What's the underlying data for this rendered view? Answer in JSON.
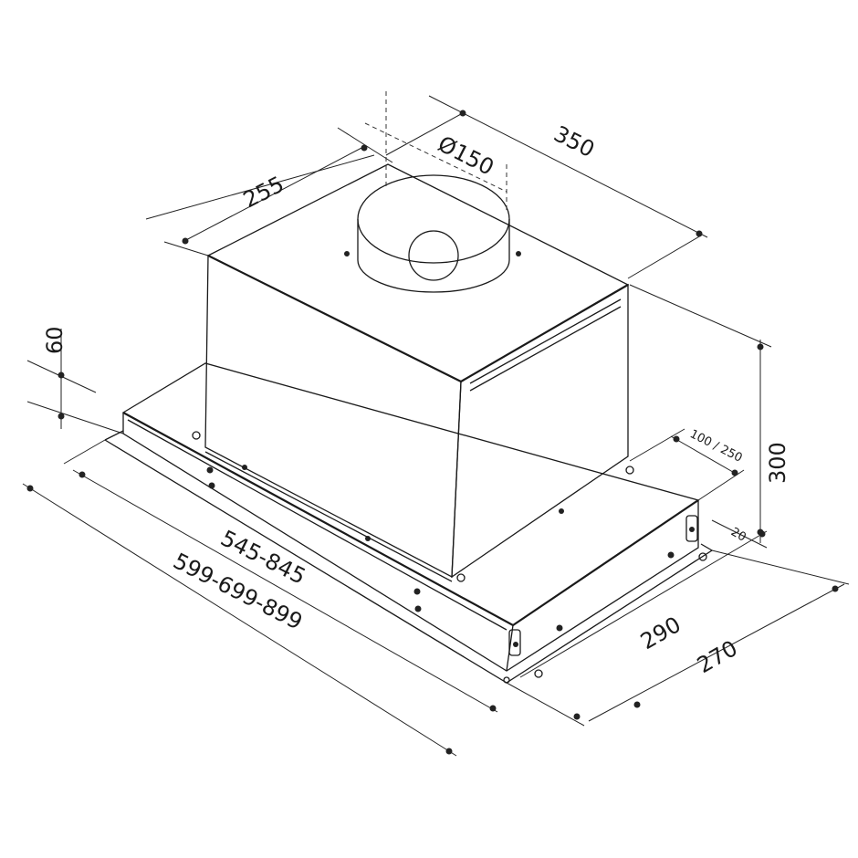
{
  "title": "Built-in cooker hood dimension drawing",
  "dimensions": {
    "duct_diameter": "Ø150",
    "depth_top": "350",
    "width_top": "255",
    "height_flange": "60",
    "total_height": "300",
    "offset": "100 / 250",
    "small_offset": "20",
    "inner_width": "545-845",
    "outer_width": "599-699-899",
    "depth_inner": "290",
    "depth_outer": "270"
  }
}
